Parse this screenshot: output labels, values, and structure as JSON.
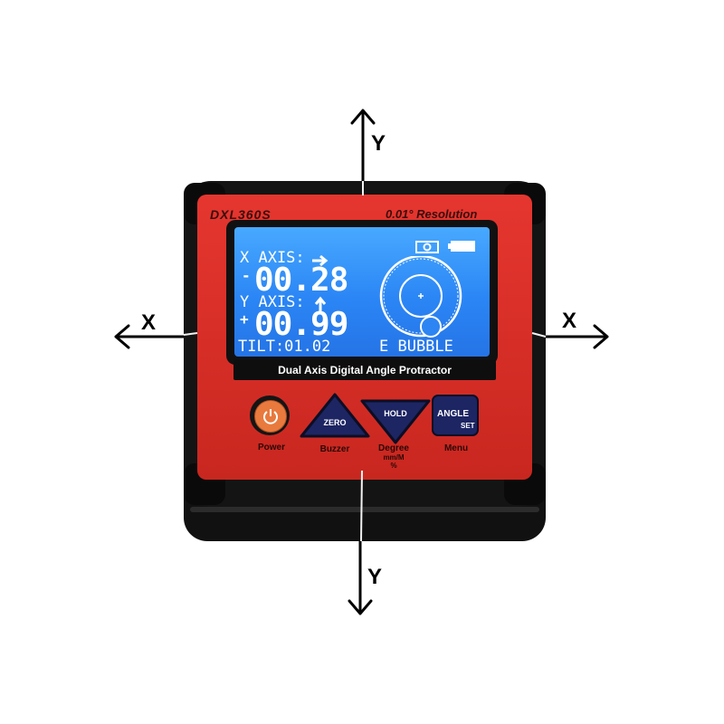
{
  "axes": {
    "y_top": "Y",
    "y_bottom": "Y",
    "x_left": "X",
    "x_right": "X"
  },
  "device": {
    "model": "DXL360S",
    "resolution": "0.01° Resolution",
    "subtitle": "Dual Axis Digital Angle Protractor",
    "display": {
      "x_axis_label": "X AXIS:",
      "x_sign": "-",
      "x_value": "00.28",
      "y_axis_label": "Y AXIS:",
      "y_sign": "+",
      "y_value": "00.99",
      "tilt": "TILT:01.02",
      "mode": "E BUBBLE"
    },
    "buttons": {
      "zero": "ZERO",
      "hold": "HOLD",
      "angle": "ANGLE",
      "set": "SET"
    },
    "button_captions": {
      "power": "Power",
      "buzzer": "Buzzer",
      "degree": "Degree",
      "mm": "mm/M",
      "percent": "%",
      "menu": "Menu"
    },
    "colors": {
      "body_red": "#d42d26",
      "screen_blue": "#2b86f5",
      "power_orange": "#e87a3e",
      "button_navy": "#1d2563"
    }
  }
}
